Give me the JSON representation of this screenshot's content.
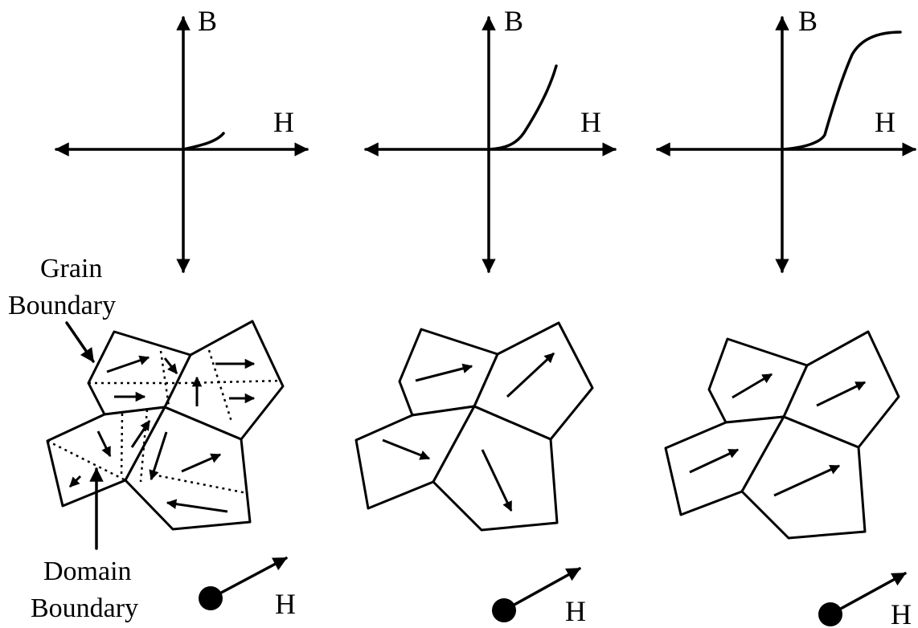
{
  "axes": {
    "b_label": "B",
    "h_label": "H"
  },
  "annotations": {
    "grain_line1": "Grain",
    "grain_line2": "Boundary",
    "domain_line1": "Domain",
    "domain_line2": "Boundary"
  },
  "field_label": "H",
  "stages": [
    {
      "curve": "initial",
      "domains": "multiple"
    },
    {
      "curve": "rising",
      "domains": "one-per-grain"
    },
    {
      "curve": "saturated",
      "domains": "aligned-with-field"
    }
  ],
  "colors": {
    "ink": "#000000",
    "paper": "#ffffff"
  }
}
